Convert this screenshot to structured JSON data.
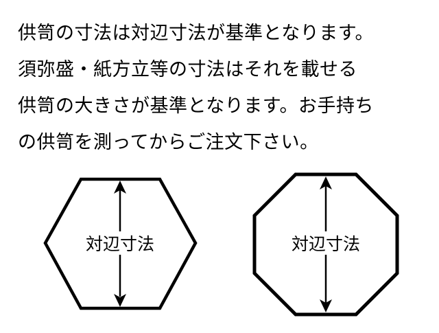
{
  "instructions": {
    "lines": [
      "供笥の寸法は対辺寸法が基準となります。",
      "須弥盛・紙方立等の寸法はそれを載せる",
      "供笥の大きさが基準となります。お手持ち",
      "の供笥を測ってからご注文下さい。"
    ]
  },
  "figures": {
    "hexagon": {
      "label": "対辺寸法"
    },
    "octagon": {
      "label": "対辺寸法"
    }
  },
  "colors": {
    "stroke": "#000000",
    "background": "#ffffff"
  }
}
